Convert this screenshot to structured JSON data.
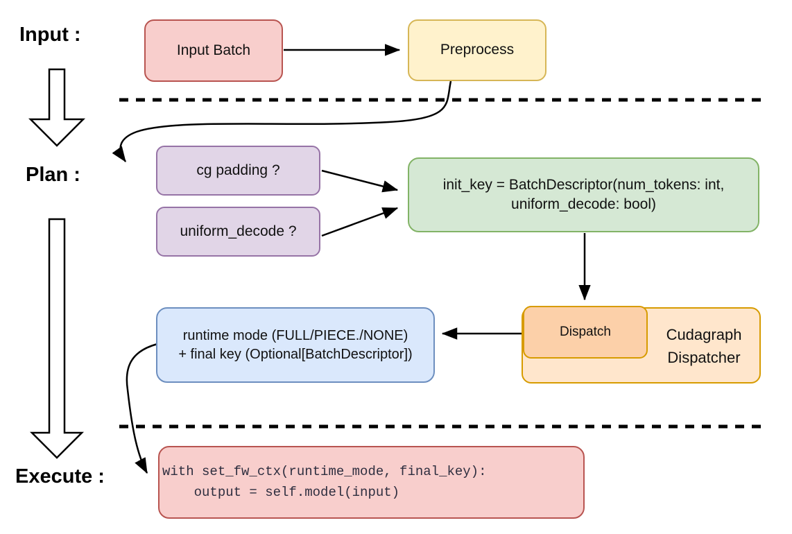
{
  "diagram": {
    "stage_labels": {
      "input": "Input :",
      "plan": "Plan :",
      "execute": "Execute :"
    },
    "nodes": {
      "input_batch": {
        "label": "Input Batch",
        "fill": "#f8cecc",
        "border": "#b85450"
      },
      "preprocess": {
        "label": "Preprocess",
        "fill": "#fff2cc",
        "border": "#d6b656"
      },
      "cg_padding": {
        "label": "cg padding ?",
        "fill": "#e1d5e7",
        "border": "#9673a6"
      },
      "uniform_decode": {
        "label": "uniform_decode ?",
        "fill": "#e1d5e7",
        "border": "#9673a6"
      },
      "init_key": {
        "line1": "init_key = BatchDescriptor(num_tokens: int,",
        "line2": "uniform_decode: bool)",
        "fill": "#d5e8d4",
        "border": "#82b366"
      },
      "dispatch": {
        "label": "Dispatch",
        "fill": "#fcd0a9",
        "border": "#d79b00"
      },
      "cudagraph_dispatcher": {
        "line1": "Cudagraph",
        "line2": "Dispatcher",
        "fill": "#ffe6cc",
        "border": "#d79b00"
      },
      "runtime_mode": {
        "line1": "runtime mode (FULL/PIECE./NONE)",
        "line2": "+ final key (Optional[BatchDescriptor])",
        "fill": "#dae8fc",
        "border": "#6c8ebf"
      },
      "execute_code": {
        "code_line1": "with set_fw_ctx(runtime_mode, final_key):",
        "code_line2": "    output = self.model(input)",
        "fill": "#f8cecc",
        "border": "#b85450"
      }
    },
    "line_color": "#000000"
  }
}
